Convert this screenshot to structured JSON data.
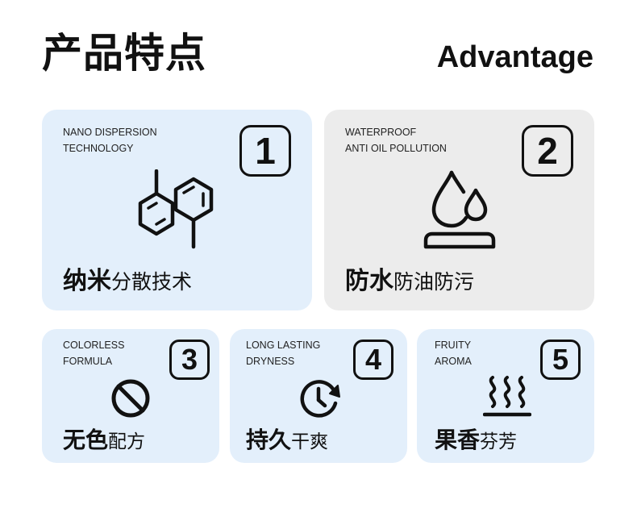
{
  "header": {
    "title_cn": "产品特点",
    "title_en": "Advantage"
  },
  "cards": [
    {
      "number": "1",
      "sub_line1": "NANO DISPERSION",
      "sub_line2": "TECHNOLOGY",
      "label_bold": "纳米",
      "label_rest": "分散技术",
      "icon": "molecule-icon",
      "bg": "#e3effb"
    },
    {
      "number": "2",
      "sub_line1": "WATERPROOF",
      "sub_line2": "ANTI OIL POLLUTION",
      "label_bold": "防水",
      "label_rest": "防油防污",
      "icon": "water-drops-icon",
      "bg": "#ececec"
    },
    {
      "number": "3",
      "sub_line1": "COLORLESS",
      "sub_line2": "FORMULA",
      "label_bold": "无色",
      "label_rest": "配方",
      "icon": "prohibited-icon",
      "bg": "#e3effb"
    },
    {
      "number": "4",
      "sub_line1": "LONG LASTING",
      "sub_line2": "DRYNESS",
      "label_bold": "持久",
      "label_rest": "干爽",
      "icon": "clock-refresh-icon",
      "bg": "#e3effb"
    },
    {
      "number": "5",
      "sub_line1": "FRUITY",
      "sub_line2": "AROMA",
      "label_bold": "果香",
      "label_rest": "芬芳",
      "icon": "aroma-steam-icon",
      "bg": "#e3effb"
    }
  ]
}
